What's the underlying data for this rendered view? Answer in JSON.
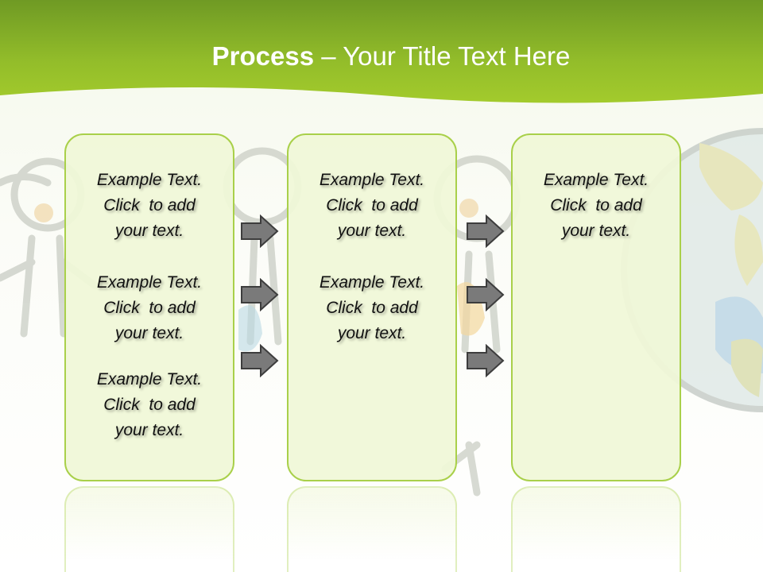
{
  "title": {
    "bold": "Process",
    "rest": " – Your Title Text Here"
  },
  "boxes": [
    {
      "texts": [
        [
          "Example Text.",
          "Click  to add",
          "your text."
        ],
        [
          "Example Text.",
          "Click  to add",
          "your text."
        ],
        [
          "Example Text.",
          "Click  to add",
          "your text."
        ]
      ]
    },
    {
      "texts": [
        [
          "Example Text.",
          "Click  to add",
          "your text."
        ],
        [
          "Example Text.",
          "Click  to add",
          "your text."
        ]
      ]
    },
    {
      "texts": [
        [
          "Example Text.",
          "Click  to add",
          "your text."
        ]
      ]
    }
  ],
  "colors": {
    "header_top": "#6f9a24",
    "header_bottom": "#a3cb2c",
    "box_border": "#a9d04a",
    "box_fill": "#f0f7d7",
    "arrow": "#7a7a7a"
  },
  "icons": {
    "connector": "right-arrow-icon"
  }
}
